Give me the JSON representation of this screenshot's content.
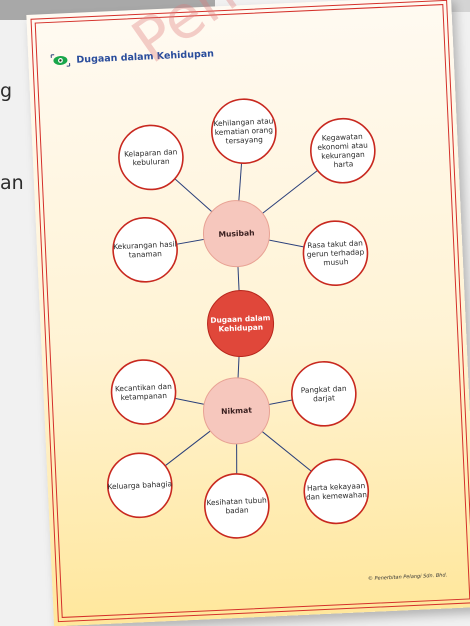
{
  "left_fragments": [
    "g",
    "an"
  ],
  "watermark": "Pene",
  "header": {
    "title": "Dugaan dalam Kehidupan"
  },
  "center": {
    "lines": [
      "Dugaan dalam",
      "Kehidupan"
    ]
  },
  "musibah": {
    "label": "Musibah",
    "items": [
      {
        "id": "kelaparan",
        "lines": [
          "Kelaparan dan",
          "kebuluran"
        ]
      },
      {
        "id": "kehilangan",
        "lines": [
          "Kehilangan atau",
          "kematian orang",
          "tersayang"
        ]
      },
      {
        "id": "kegawatan",
        "lines": [
          "Kegawatan",
          "ekonomi atau",
          "kekurangan",
          "harta"
        ]
      },
      {
        "id": "rasa-takut",
        "lines": [
          "Rasa takut dan",
          "gerun terhadap",
          "musuh"
        ]
      },
      {
        "id": "kekurangan-hasil",
        "lines": [
          "Kekurangan hasil",
          "tanaman"
        ]
      }
    ]
  },
  "nikmat": {
    "label": "Nikmat",
    "items": [
      {
        "id": "kecantikan",
        "lines": [
          "Kecantikan dan",
          "ketampanan"
        ]
      },
      {
        "id": "pangkat",
        "lines": [
          "Pangkat dan",
          "darjat"
        ]
      },
      {
        "id": "keluarga",
        "lines": [
          "Keluarga bahagia"
        ]
      },
      {
        "id": "kesihatan",
        "lines": [
          "Kesihatan tubuh",
          "badan"
        ]
      },
      {
        "id": "harta",
        "lines": [
          "Harta kekayaan",
          "dan kemewahan"
        ]
      }
    ]
  },
  "footer": "© Penerbitan Pelangi Sdn. Bhd.",
  "colors": {
    "frame": "#d4302a",
    "center_fill": "#e0473a",
    "hub_fill": "#f6c7bd",
    "node_border": "#c8281f",
    "connector": "#2a3f7a",
    "header_text": "#2a4d9c",
    "eye_icon": "#19a64a"
  }
}
